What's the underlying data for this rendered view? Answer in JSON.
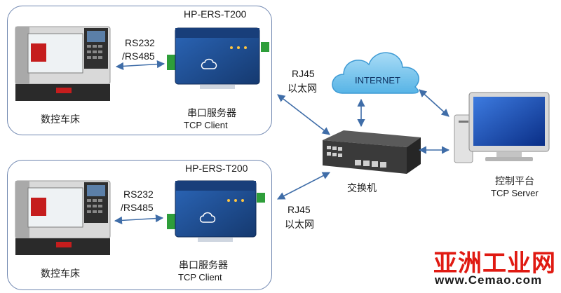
{
  "top_group": {
    "device_model": "HP-ERS-T200",
    "link_label_1": "RS232",
    "link_label_2": "/RS485",
    "machine_label": "数控车床",
    "server_label": "串口服务器",
    "server_mode": "TCP Client"
  },
  "bottom_group": {
    "device_model": "HP-ERS-T200",
    "link_label_1": "RS232",
    "link_label_2": "/RS485",
    "machine_label": "数控车床",
    "server_label": "串口服务器",
    "server_mode": "TCP Client"
  },
  "links": {
    "rj45_top_1": "RJ45",
    "rj45_top_2": "以太网",
    "rj45_bottom_1": "RJ45",
    "rj45_bottom_2": "以太网"
  },
  "internet_label": "INTERNET",
  "switch_label": "交换机",
  "platform": {
    "label": "控制平台",
    "mode": "TCP Server"
  },
  "watermark": {
    "title": "亚洲工业网",
    "url": "www.Cemao.com"
  },
  "colors": {
    "arrow": "#3f6da8",
    "box_border": "#6f86b0",
    "cloud": "#7cc8ef",
    "server_blue": "#1f4f9c"
  }
}
